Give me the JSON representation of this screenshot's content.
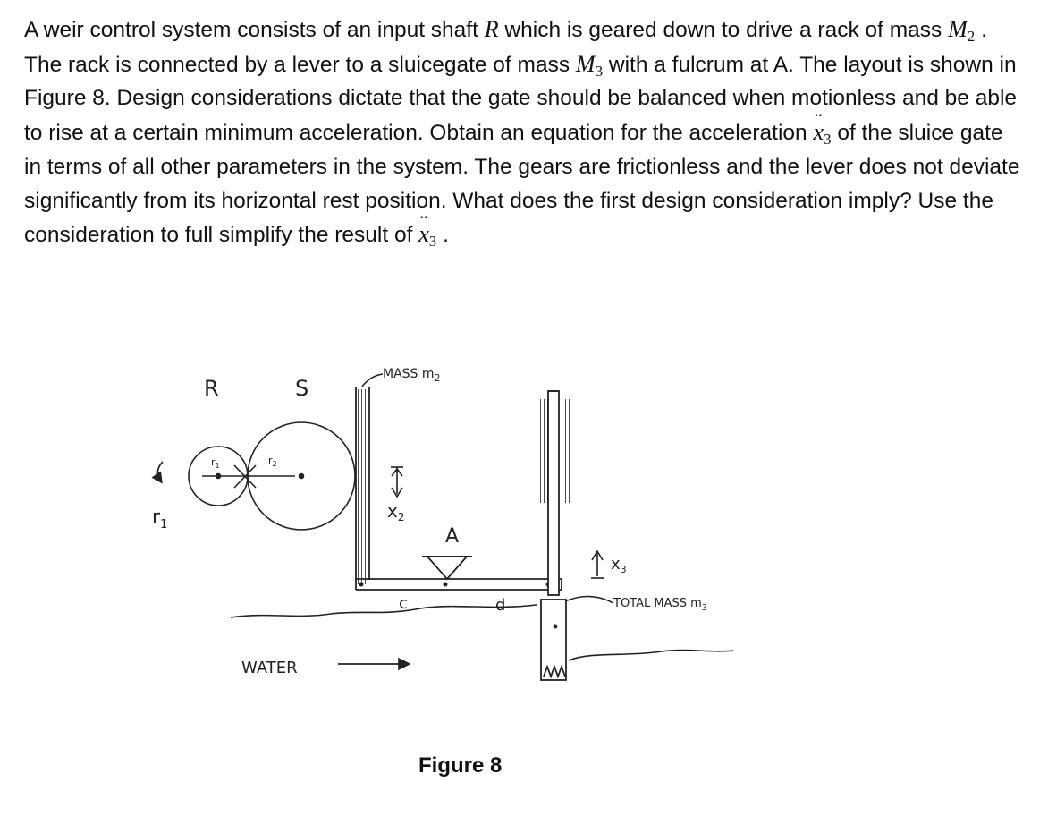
{
  "problem": {
    "t1": "A weir control system consists of an input shaft ",
    "shaft": "R",
    "t2": " which is geared down to drive a rack of mass ",
    "m2_sym": "M",
    "m2_sub": "2",
    "t3": " . The rack is connected by a lever to a sluicegate of mass ",
    "m3_sym": "M",
    "m3_sub": "3",
    "t4": " with a fulcrum at A. The layout is shown in Figure 8. Design considerations dictate that the gate should be balanced when motionless and be able to rise at a certain minimum acceleration. Obtain an equation for the acceleration ",
    "x3_sym": "x",
    "x3_sub": "3",
    "t5": " of the sluice gate in terms of all other parameters in the system. The gears are frictionless and the lever does not deviate significantly from its horizontal rest position. What does the first design consideration imply? Use the consideration to full simplify the result of ",
    "x3b_sym": "x",
    "x3b_sub": "3",
    "t6": " ."
  },
  "figure": {
    "caption": "Figure 8",
    "labels": {
      "gear_r": "R",
      "gear_s": "S",
      "r1_small": "r",
      "r1_small_sub": "1",
      "r2_small": "r",
      "r2_small_sub": "2",
      "r1_left": "r",
      "r1_left_sub": "1",
      "rack_mass": "MASS m",
      "rack_mass_sub": "2",
      "x2": "x",
      "x2_sub": "2",
      "fulcrum": "A",
      "c": "c",
      "d": "d",
      "x3": "x",
      "x3_sub": "3",
      "gate_mass": "TOTAL MASS m",
      "gate_mass_sub": "3",
      "water": "WATER"
    },
    "colors": {
      "ink": "#222222"
    }
  }
}
